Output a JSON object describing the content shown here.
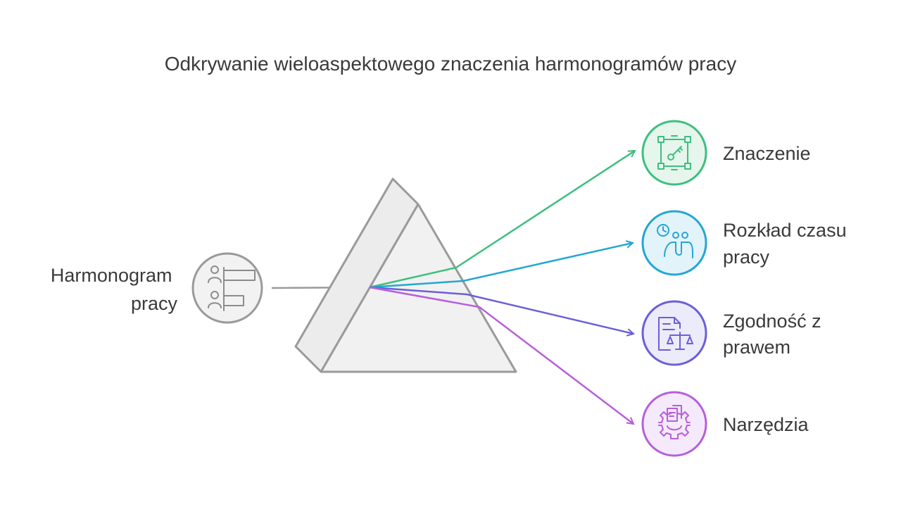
{
  "title": "Odkrywanie wieloaspektowego znaczenia harmonogramów pracy",
  "source": {
    "label_lines": [
      "Harmonogram",
      "pracy"
    ],
    "icon": "schedule-people-icon",
    "color": "#8c8c8c"
  },
  "outputs": [
    {
      "label_lines": [
        "Znaczenie"
      ],
      "icon": "key-frame-icon",
      "color": "#3dbf7f",
      "fill": "#e6f6ec"
    },
    {
      "label_lines": [
        "Rozkład czasu",
        "pracy"
      ],
      "icon": "clock-people-icon",
      "color": "#24a6d3",
      "fill": "#e3f3fa"
    },
    {
      "label_lines": [
        "Zgodność z",
        "prawem"
      ],
      "icon": "document-scales-icon",
      "color": "#6b5fd8",
      "fill": "#ecebfa"
    },
    {
      "label_lines": [
        "Narzędzia"
      ],
      "icon": "gear-docs-icon",
      "color": "#b65fdc",
      "fill": "#f5eafb"
    }
  ],
  "colors": {
    "prism_fill": "#f1f1f1",
    "prism_stroke": "#9a9a9a",
    "text": "#3a3a3a"
  }
}
